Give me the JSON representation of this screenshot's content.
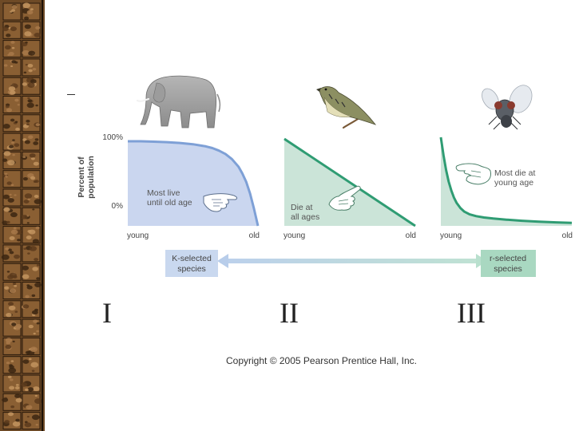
{
  "slide": {
    "roman_numerals": [
      "I",
      "II",
      "III"
    ],
    "copyright": "Copyright © 2005 Pearson Prentice Hall, Inc."
  },
  "chart_data": {
    "type": "area",
    "ylabel": "Percent of population",
    "yticks": [
      "100%",
      "0%"
    ],
    "ylim": [
      0,
      100
    ],
    "panels": [
      {
        "x_labels": [
          "young",
          "old"
        ],
        "annotation": [
          "Most live",
          "until old age"
        ],
        "organism_icon": "elephant-icon",
        "fill": "#cad6ef",
        "stroke": "#7ea0d6",
        "x": [
          0,
          10,
          20,
          30,
          40,
          50,
          60,
          65,
          70,
          75,
          80,
          85,
          88,
          91,
          94,
          97,
          100
        ],
        "y": [
          100,
          100,
          99.5,
          99,
          98,
          96.5,
          94,
          92,
          89,
          85,
          79,
          70,
          62,
          52,
          38,
          20,
          0
        ]
      },
      {
        "x_labels": [
          "young",
          "old"
        ],
        "annotation": [
          "Die at",
          "all ages"
        ],
        "organism_icon": "bird-icon",
        "fill": "#cbe4d8",
        "stroke": "#2f9c73",
        "x": [
          0,
          100
        ],
        "y": [
          100,
          0
        ]
      },
      {
        "x_labels": [
          "young",
          "old"
        ],
        "annotation": [
          "Most die at",
          "young age"
        ],
        "organism_icon": "fly-icon",
        "fill": "#cbe4d8",
        "stroke": "#2f9c73",
        "x": [
          0,
          2,
          4,
          6,
          8,
          10,
          12,
          15,
          18,
          22,
          27,
          33,
          40,
          50,
          62,
          75,
          88,
          100
        ],
        "y": [
          100,
          80,
          63,
          50,
          40,
          32,
          26,
          20,
          16,
          13,
          11,
          9.5,
          8.3,
          7,
          5.8,
          4.8,
          4,
          3.3
        ]
      }
    ],
    "spectrum": {
      "left_label": [
        "K-selected",
        "species"
      ],
      "right_label": [
        "r-selected",
        "species"
      ]
    }
  }
}
